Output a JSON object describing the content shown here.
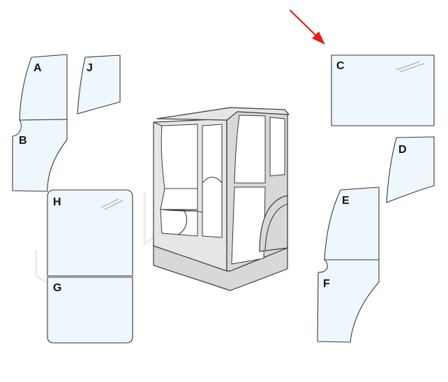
{
  "panels": [
    {
      "id": "A",
      "label": "A"
    },
    {
      "id": "B",
      "label": "B"
    },
    {
      "id": "J",
      "label": "J"
    },
    {
      "id": "H",
      "label": "H"
    },
    {
      "id": "G",
      "label": "G"
    },
    {
      "id": "C",
      "label": "C"
    },
    {
      "id": "D",
      "label": "D"
    },
    {
      "id": "E",
      "label": "E"
    },
    {
      "id": "F",
      "label": "F"
    }
  ],
  "colors": {
    "glass_fill": "#eef7fb",
    "outline": "#3a3a3a",
    "cab_body": "#d8d8d8",
    "arrow": "#e0201b"
  },
  "highlighted_panel": "C"
}
